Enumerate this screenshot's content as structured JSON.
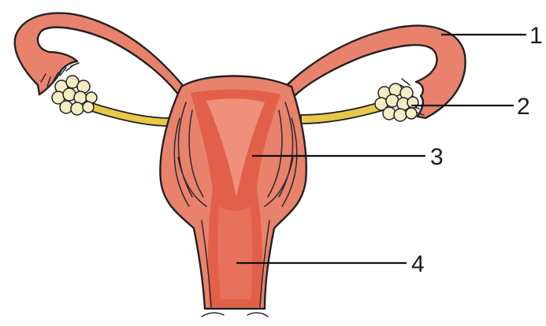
{
  "diagram": {
    "labels": [
      {
        "id": "1",
        "text": "1"
      },
      {
        "id": "2",
        "text": "2"
      },
      {
        "id": "3",
        "text": "3"
      },
      {
        "id": "4",
        "text": "4"
      }
    ]
  },
  "colors": {
    "tissue_outer": "#e8826d",
    "tissue_inner": "#e2604a",
    "tissue_highlight": "#f2a08e",
    "ligament": "#e8c84a",
    "ovary": "#f4ecc4",
    "outline": "#222222"
  }
}
